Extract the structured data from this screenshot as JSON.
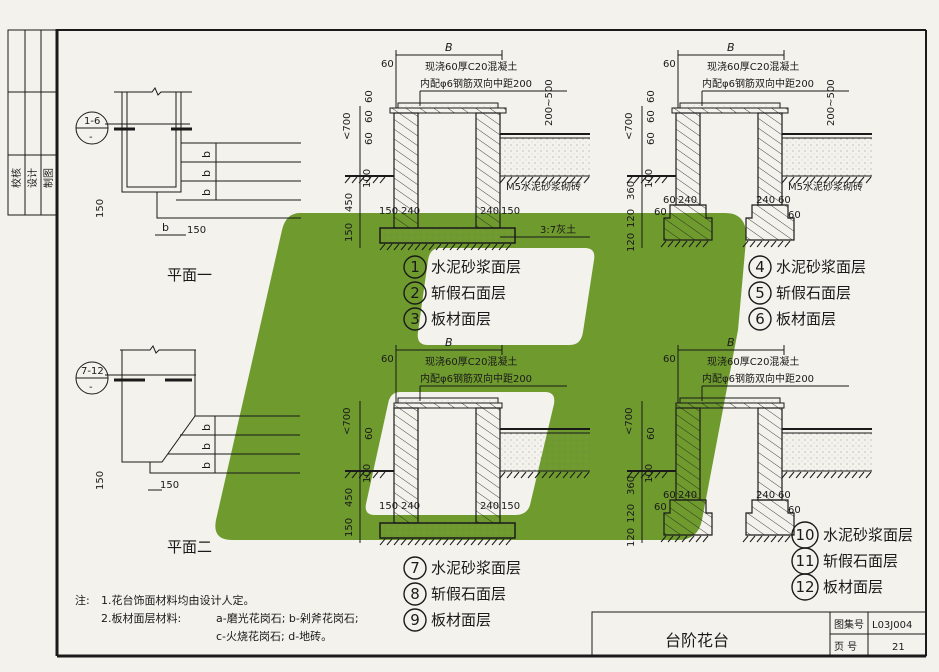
{
  "colors": {
    "paper": "#f3f2ec",
    "ink": "#1a1a1a",
    "watermark": "#6f9a2e"
  },
  "side_block": {
    "labels": [
      "校核",
      "设计",
      "制图"
    ]
  },
  "plans": [
    {
      "title": "平面一",
      "section_ref": "1-6",
      "section_ref_sub": "-",
      "dim_b": "b",
      "dim_150a": "150",
      "dim_150b": "150"
    },
    {
      "title": "平面二",
      "section_ref": "7-12",
      "section_ref_sub": "-",
      "dim_b": "b",
      "dim_150a": "150",
      "dim_150b": "150"
    }
  ],
  "sections": {
    "common": {
      "dim_B": "B",
      "concrete_line1": "现浇60厚C20混凝土",
      "concrete_line2": "内配φ6钢筋双向中距200"
    },
    "brick_note": "M5水泥砂浆砌砖",
    "lime_soil_note": "3:7灰土",
    "type_a_dims": [
      "60",
      "60",
      "60",
      "60",
      "200~500",
      "<700",
      "100",
      "450",
      "150",
      "150",
      "240",
      "240",
      "150"
    ],
    "type_b_dims": [
      "60",
      "60",
      "60",
      "60",
      "200~500",
      "<700",
      "100",
      "360",
      "120",
      "120",
      "60",
      "240",
      "240",
      "60",
      "60",
      "60"
    ]
  },
  "legends": [
    {
      "items": [
        {
          "num": "1",
          "label": "水泥砂浆面层"
        },
        {
          "num": "2",
          "label": "斩假石面层"
        },
        {
          "num": "3",
          "label": "板材面层"
        }
      ]
    },
    {
      "items": [
        {
          "num": "4",
          "label": "水泥砂浆面层"
        },
        {
          "num": "5",
          "label": "斩假石面层"
        },
        {
          "num": "6",
          "label": "板材面层"
        }
      ]
    },
    {
      "items": [
        {
          "num": "7",
          "label": "水泥砂浆面层"
        },
        {
          "num": "8",
          "label": "斩假石面层"
        },
        {
          "num": "9",
          "label": "板材面层"
        }
      ]
    },
    {
      "items": [
        {
          "num": "10",
          "label": "水泥砂浆面层"
        },
        {
          "num": "11",
          "label": "斩假石面层"
        },
        {
          "num": "12",
          "label": "板材面层"
        }
      ]
    }
  ],
  "notes": {
    "prefix": "注:",
    "line1": "1.花台饰面材料均由设计人定。",
    "line2": "2.板材面层材料:",
    "line2b": "a-磨光花岗石; b-剁斧花岗石;",
    "line3": "c-火烧花岗石; d-地砖。"
  },
  "title_block": {
    "drawing_title": "台阶花台",
    "atlas_label": "图集号",
    "atlas_value": "L03J004",
    "page_label": "页  号",
    "page_value": "21"
  }
}
